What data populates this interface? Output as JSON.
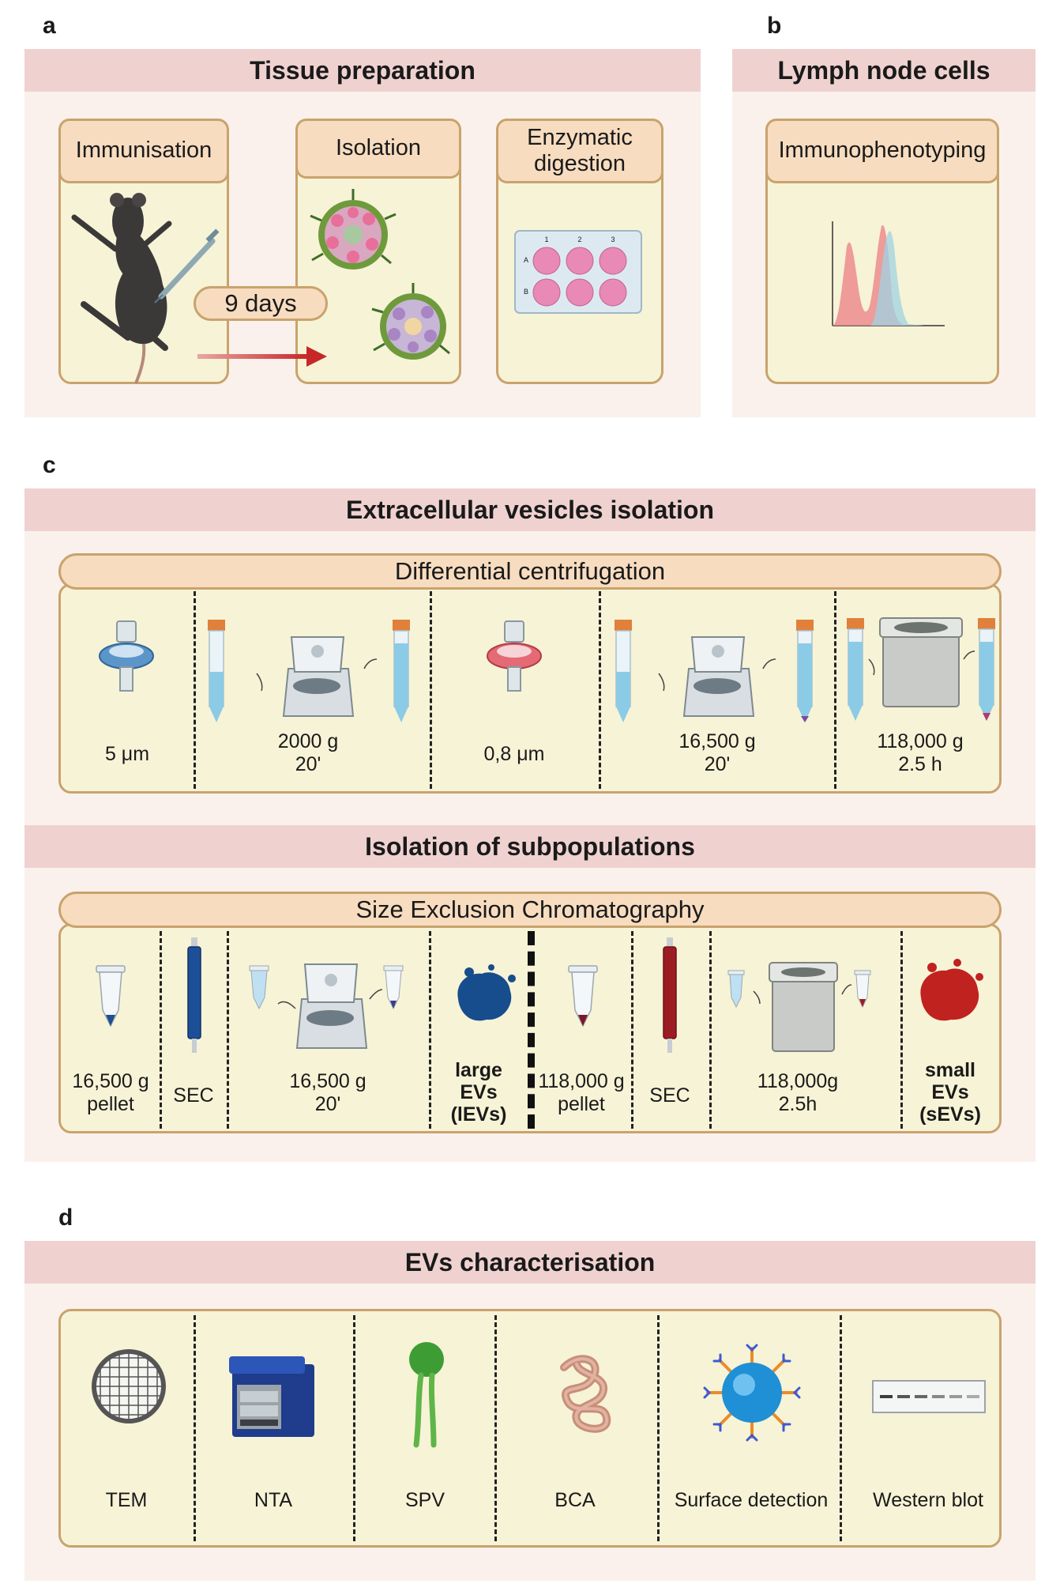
{
  "panels": {
    "a": "a",
    "b": "b",
    "c": "c",
    "d": "d"
  },
  "tissue_preparation": {
    "header": "Tissue preparation",
    "steps": [
      {
        "title": "Immunisation",
        "icon": "mouse-injection-icon"
      },
      {
        "title": "Isolation",
        "icon": "lymph-node-icon"
      },
      {
        "title": "Enzymatic digestion",
        "icon": "well-plate-icon"
      }
    ],
    "plate_rows": [
      "A",
      "B"
    ],
    "plate_cols": [
      "1",
      "2",
      "3"
    ],
    "interval": "9 days"
  },
  "lymph_node_cells": {
    "header": "Lymph node cells",
    "step": "Immunophenotyping",
    "icon": "flow-cytometry-histogram-icon"
  },
  "ev_isolation": {
    "header": "Extracellular vesicles isolation",
    "centrifugation": {
      "title": "Differential centrifugation",
      "steps": [
        {
          "label": "5 μm",
          "icon": "blue-filter-icon"
        },
        {
          "label": "2000 g\n20'",
          "icon": "centrifuge-icon"
        },
        {
          "label": "0,8 μm",
          "icon": "red-filter-icon"
        },
        {
          "label": "16,500 g\n20'",
          "icon": "centrifuge-icon"
        },
        {
          "label": "118,000 g\n2.5 h",
          "icon": "ultracentrifuge-icon"
        }
      ]
    }
  },
  "subpopulations": {
    "header": "Isolation of subpopulations",
    "sec": {
      "title": "Size Exclusion Chromatography",
      "steps": [
        {
          "label": "16,500 g\npellet",
          "icon": "eppendorf-tube-icon"
        },
        {
          "label": "SEC",
          "icon": "blue-sec-column-icon"
        },
        {
          "label": "16,500 g\n20'",
          "icon": "centrifuge-icon"
        },
        {
          "label": "large\nEVs\n(lEVs)",
          "icon": "large-ev-icon"
        },
        {
          "label": "118,000 g\npellet",
          "icon": "eppendorf-tube-icon"
        },
        {
          "label": "SEC",
          "icon": "red-sec-column-icon"
        },
        {
          "label": "118,000g\n2.5h",
          "icon": "ultracentrifuge-icon"
        },
        {
          "label": "small\nEVs\n(sEVs)",
          "icon": "small-ev-icon"
        }
      ]
    }
  },
  "characterisation": {
    "header": "EVs characterisation",
    "methods": [
      {
        "label": "TEM",
        "icon": "tem-grid-icon"
      },
      {
        "label": "NTA",
        "icon": "nta-instrument-icon"
      },
      {
        "label": "SPV",
        "icon": "lipid-icon"
      },
      {
        "label": "BCA",
        "icon": "protein-icon"
      },
      {
        "label": "Surface detection",
        "icon": "vesicle-antibody-icon"
      },
      {
        "label": "Western blot",
        "icon": "western-blot-icon"
      }
    ]
  },
  "colors": {
    "header_bg": "#efd2d0",
    "section_bg": "#faf1ec",
    "box_bg": "#f7f3d6",
    "title_bg": "#f7dcc0",
    "border": "#c9a36d",
    "large_ev": "#174d8c",
    "small_ev": "#c0221f",
    "arrow": "#c62828"
  }
}
